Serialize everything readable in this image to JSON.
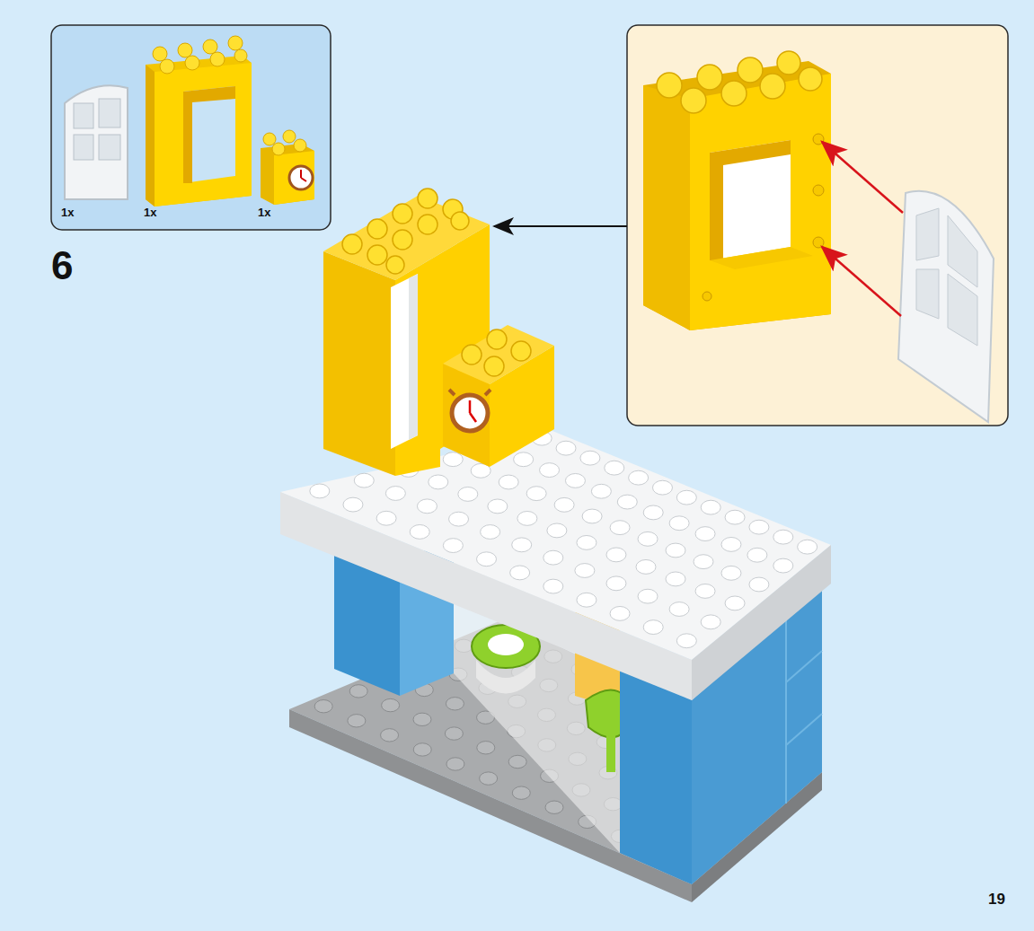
{
  "diagram": {
    "labels": [
      "1x",
      "1x",
      "1x",
      "6",
      "19"
    ]
  }
}
